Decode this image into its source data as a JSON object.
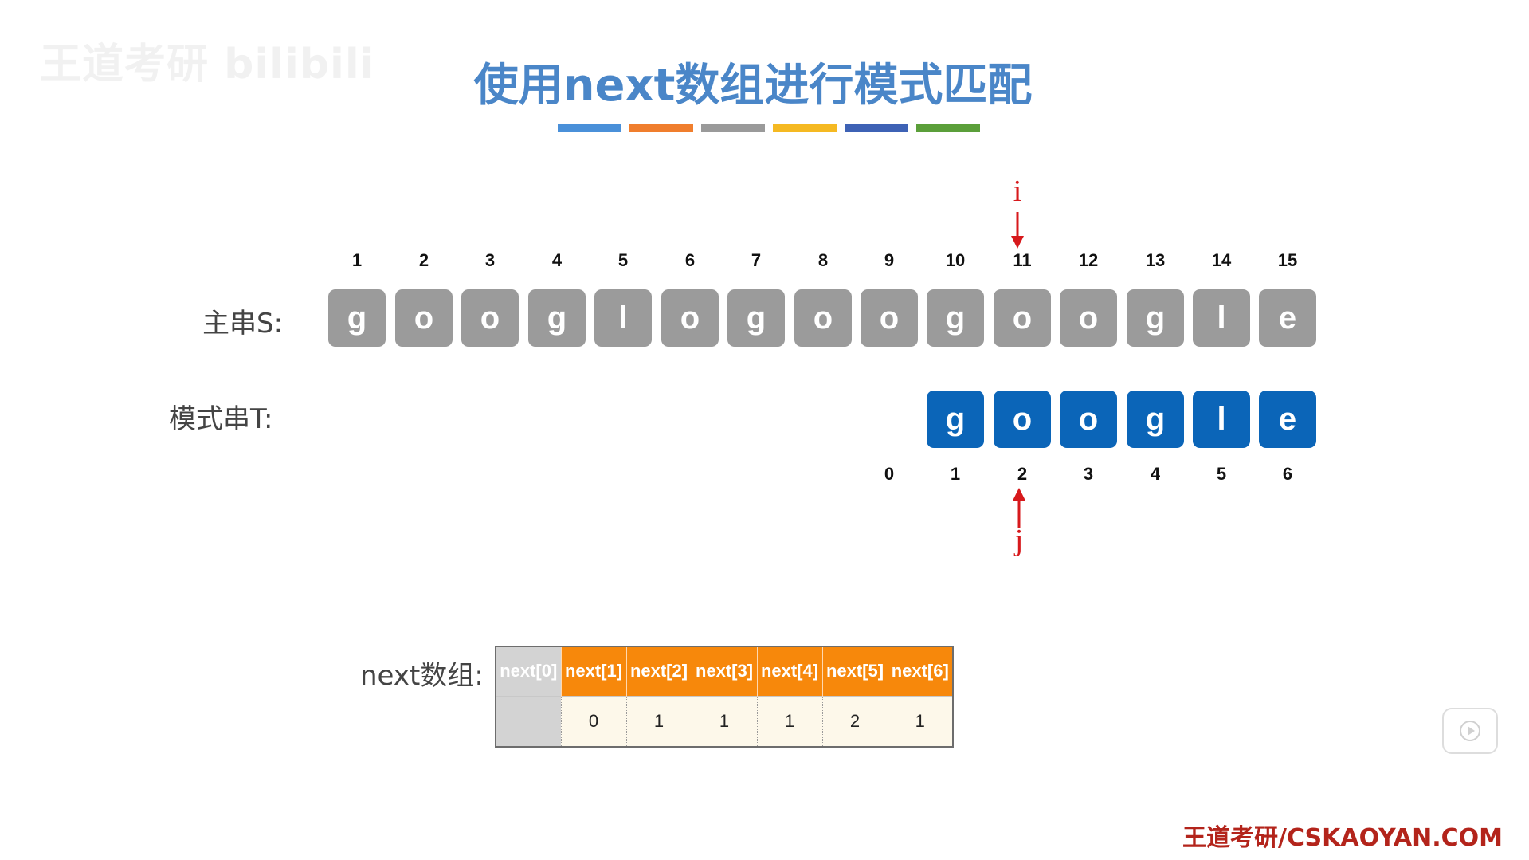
{
  "watermark": "王道考研 bilibili",
  "title": "使用next数组进行模式匹配",
  "color_bars": [
    "#4a90d9",
    "#f07e2d",
    "#9a9a9a",
    "#f5b922",
    "#3e62b5",
    "#5b9f3a"
  ],
  "main_string": {
    "label": "主串S:",
    "indices": [
      "1",
      "2",
      "3",
      "4",
      "5",
      "6",
      "7",
      "8",
      "9",
      "10",
      "11",
      "12",
      "13",
      "14",
      "15"
    ],
    "chars": [
      "g",
      "o",
      "o",
      "g",
      "l",
      "o",
      "g",
      "o",
      "o",
      "g",
      "o",
      "o",
      "g",
      "l",
      "e"
    ]
  },
  "pattern_string": {
    "label": "模式串T:",
    "indices": [
      "0",
      "1",
      "2",
      "3",
      "4",
      "5",
      "6"
    ],
    "chars": [
      "g",
      "o",
      "o",
      "g",
      "l",
      "e"
    ]
  },
  "pointer_i": {
    "label": "i",
    "position": 11
  },
  "pointer_j": {
    "label": "j",
    "position": 2
  },
  "next_array": {
    "label": "next数组:",
    "headers": [
      "next[0]",
      "next[1]",
      "next[2]",
      "next[3]",
      "next[4]",
      "next[5]",
      "next[6]"
    ],
    "values": [
      "",
      "0",
      "1",
      "1",
      "1",
      "2",
      "1"
    ]
  },
  "footer": "王道考研/CSKAOYAN.COM",
  "colors": {
    "title": "#4a86c8",
    "main_cell": "#9b9b9b",
    "pattern_cell": "#0b65b8",
    "pointer": "#d7191c",
    "next_header": "#f7880b"
  }
}
